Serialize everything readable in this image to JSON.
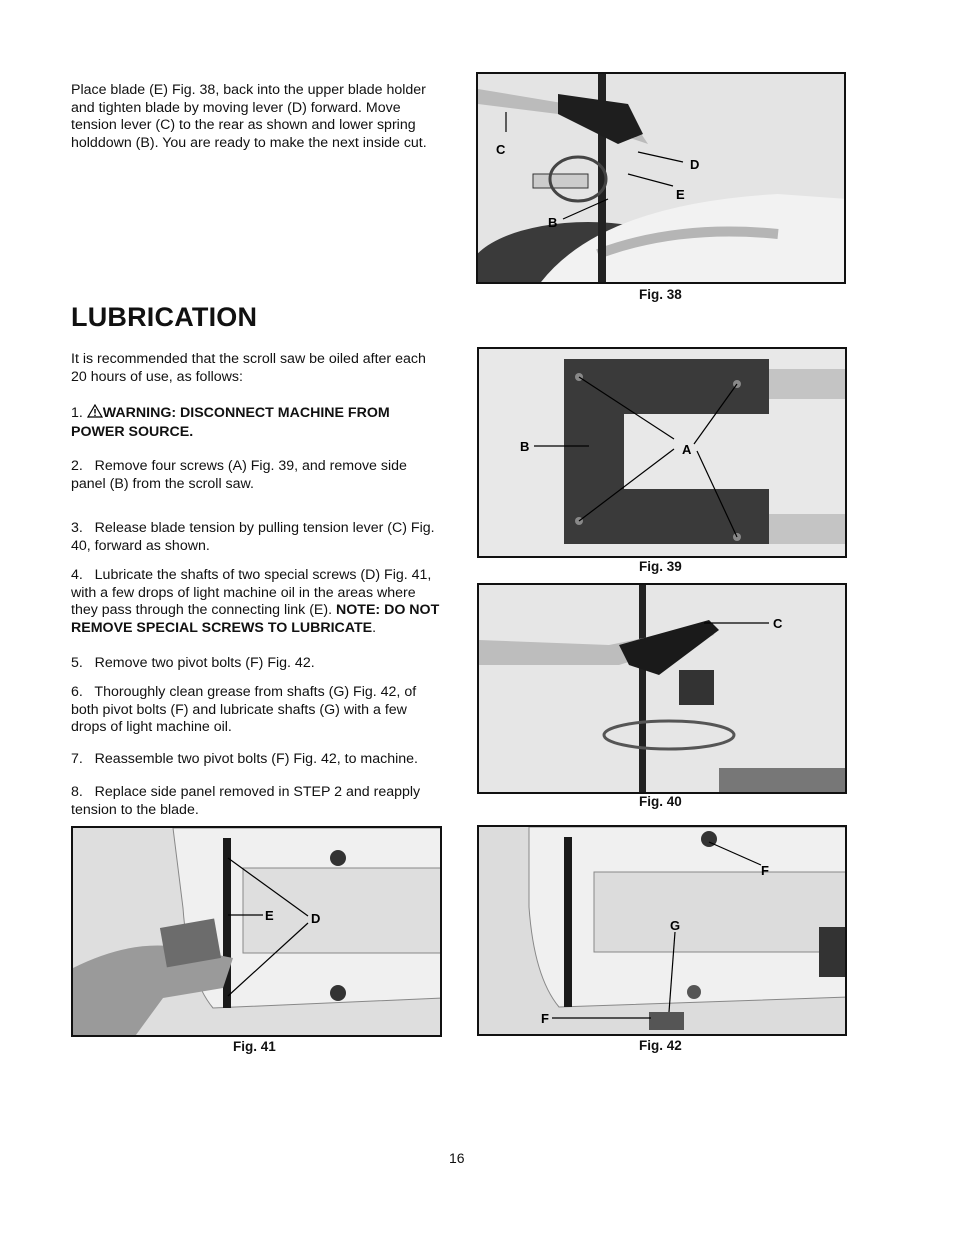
{
  "intro_paragraph": "Place blade (E) Fig. 38, back into the upper blade holder and tighten blade by moving lever (D) forward. Move tension lever (C) to the rear as shown and lower spring holddown (B). You are ready to make the next inside cut.",
  "section_title": "LUBRICATION",
  "lubrication_intro": "It is  recommended that the scroll saw be oiled after each 20 hours of use, as follows:",
  "steps": [
    {
      "num": "1.",
      "text": "WARNING:  DISCONNECT MACHINE FROM POWER SOURCE."
    },
    {
      "num": "2.",
      "text": "Remove four screws (A) Fig. 39, and remove side panel (B) from the scroll saw."
    },
    {
      "num": "3.",
      "text": "Release blade tension by pulling tension lever (C) Fig. 40, forward as shown."
    },
    {
      "num": "4.",
      "text": "Lubricate the shafts of two special screws (D) Fig. 41, with a few drops of light machine oil in the areas where they pass through the connecting link (E).",
      "note": "NOTE: DO NOT REMOVE SPECIAL SCREWS TO LUBRICATE",
      "note_end": "."
    },
    {
      "num": "5.",
      "text": "Remove two pivot bolts (F) Fig. 42."
    },
    {
      "num": "6.",
      "text": "Thoroughly clean grease from shafts (G) Fig. 42, of both pivot bolts (F) and lubricate shafts (G) with a few drops of light machine oil."
    },
    {
      "num": "7.",
      "text": "Reassemble two pivot bolts (F) Fig. 42, to machine."
    },
    {
      "num": "8.",
      "text": "Replace side panel removed in STEP 2 and reapply tension to the blade."
    }
  ],
  "figures": {
    "fig38": {
      "caption": "Fig. 38",
      "labels": {
        "c": "C",
        "d": "D",
        "e": "E",
        "b": "B"
      }
    },
    "fig39": {
      "caption": "Fig. 39",
      "labels": {
        "b": "B",
        "a": "A"
      }
    },
    "fig40": {
      "caption": "Fig. 40",
      "labels": {
        "c": "C"
      }
    },
    "fig41": {
      "caption": "Fig. 41",
      "labels": {
        "e": "E",
        "d": "D"
      }
    },
    "fig42": {
      "caption": "Fig. 42",
      "labels": {
        "f1": "F",
        "g": "G",
        "f2": "F"
      }
    }
  },
  "page_number": "16"
}
